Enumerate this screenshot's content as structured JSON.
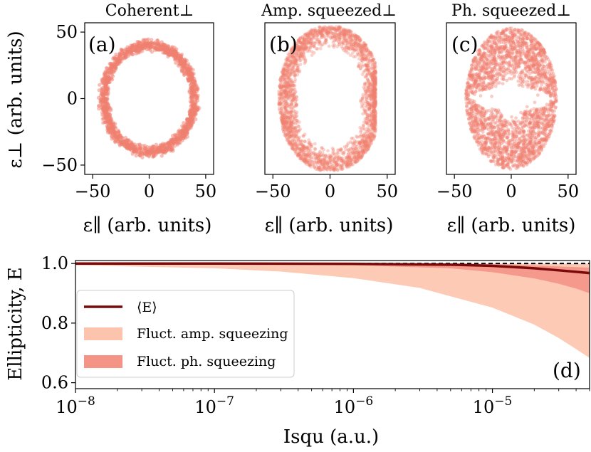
{
  "chart_data": [
    {
      "type": "scatter",
      "panel": "(a)",
      "title": "Coherent⊥",
      "xlabel": "ε∥ (arb. units)",
      "ylabel": "ε⊥ (arb. units)",
      "xlim": [
        -57,
        57
      ],
      "ylim": [
        -57,
        57
      ],
      "xticks": [
        -50,
        0,
        50
      ],
      "yticks": [
        50,
        0,
        -50
      ],
      "xtick_labels": [
        "−50",
        "0",
        "50"
      ],
      "ytick_labels": [
        "50",
        "0",
        "−50"
      ],
      "shape": "ring",
      "radius": 40,
      "radial_spread": 4,
      "color": "#f08070"
    },
    {
      "type": "scatter",
      "panel": "(b)",
      "title": "Amp. squeezed⊥",
      "xlabel": "ε∥ (arb. units)",
      "xlim": [
        -57,
        57
      ],
      "ylim": [
        -57,
        57
      ],
      "xticks": [
        -50,
        0,
        50
      ],
      "xtick_labels": [
        "−50",
        "0",
        "50"
      ],
      "shape": "amplitude-squeezed",
      "color": "#f08070"
    },
    {
      "type": "scatter",
      "panel": "(c)",
      "title": "Ph. squeezed⊥",
      "xlabel": "ε∥ (arb. units)",
      "xlim": [
        -57,
        57
      ],
      "ylim": [
        -57,
        57
      ],
      "xticks": [
        -50,
        0,
        50
      ],
      "xtick_labels": [
        "−50",
        "0",
        "50"
      ],
      "shape": "phase-squeezed",
      "color": "#f08070"
    },
    {
      "type": "area",
      "panel": "(d)",
      "xlabel": "Isqu (a.u.)",
      "ylabel": "Ellipticity, E",
      "xscale": "log",
      "xlim": [
        1e-08,
        5e-05
      ],
      "ylim": [
        0.58,
        1.01
      ],
      "xticks": [
        1e-08,
        1e-07,
        1e-06,
        1e-05
      ],
      "xtick_labels": [
        "10−8",
        "10−7",
        "10−6",
        "10−5"
      ],
      "yticks": [
        1.0,
        0.8,
        0.6
      ],
      "ytick_labels": [
        "1.0",
        "0.8",
        "0.6"
      ],
      "reference_line": 1.0,
      "series": [
        {
          "name": "⟨E⟩",
          "kind": "line",
          "color": "#7a0a0a",
          "x": [
            1e-08,
            1e-07,
            1e-06,
            5e-06,
            1e-05,
            2e-05,
            3e-05,
            4e-05,
            5e-05
          ],
          "y": [
            1.0,
            1.0,
            0.999,
            0.996,
            0.992,
            0.984,
            0.977,
            0.972,
            0.968
          ]
        },
        {
          "name": "Fluct. amp. squeezing",
          "kind": "band",
          "color": "#fcc4ad",
          "x": [
            1e-08,
            1e-07,
            3e-07,
            1e-06,
            3e-06,
            1e-05,
            2e-05,
            3e-05,
            4e-05,
            5e-05
          ],
          "lower": [
            0.994,
            0.984,
            0.973,
            0.951,
            0.918,
            0.852,
            0.795,
            0.75,
            0.713,
            0.683
          ],
          "upper": [
            1.0,
            1.0,
            1.0,
            1.0,
            1.0,
            1.0,
            1.0,
            1.0,
            1.0,
            1.0
          ]
        },
        {
          "name": "Fluct. ph. squeezing",
          "kind": "band",
          "color": "#f39486",
          "x": [
            1e-08,
            1e-07,
            1e-06,
            5e-06,
            1e-05,
            2e-05,
            3e-05,
            4e-05,
            5e-05
          ],
          "lower": [
            0.999,
            0.998,
            0.994,
            0.984,
            0.971,
            0.95,
            0.932,
            0.916,
            0.9
          ],
          "upper": [
            1.0,
            1.0,
            1.0,
            1.0,
            0.998,
            0.994,
            0.99,
            0.988,
            0.986
          ]
        }
      ]
    }
  ]
}
